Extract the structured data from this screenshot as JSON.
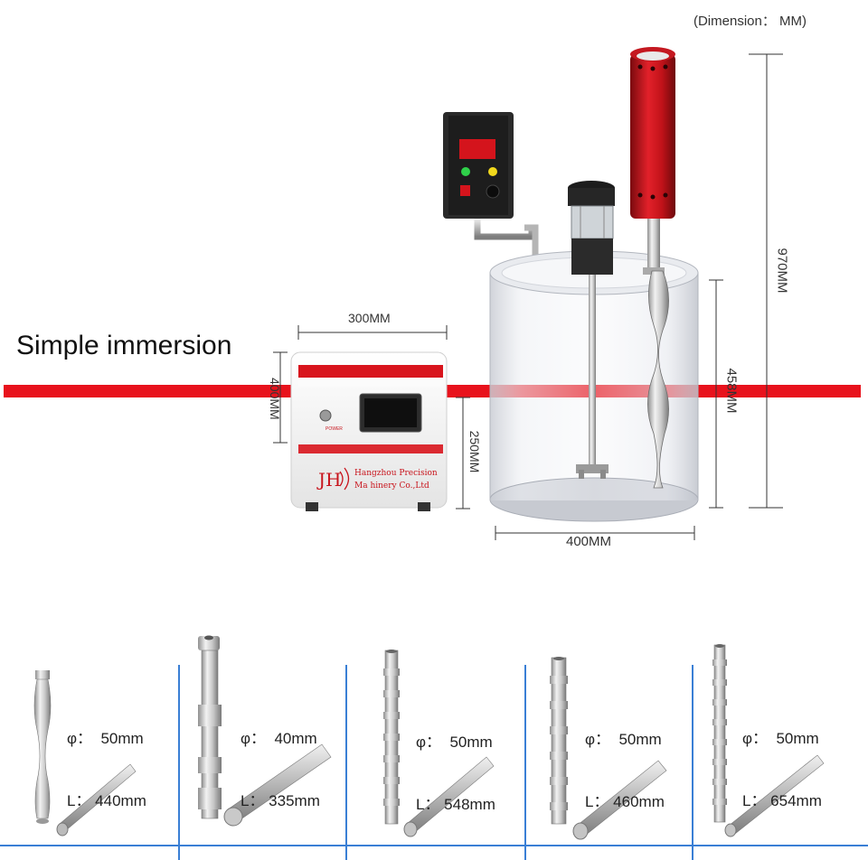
{
  "dimension_note": "(Dimension： MM)",
  "headline": "Simple immersion",
  "dimensions": {
    "generator_width": "300MM",
    "generator_height": "400MM",
    "generator_depth": "250MM",
    "tank_diameter": "400MM",
    "tank_height": "458MM",
    "total_height": "970MM"
  },
  "generator": {
    "logo": "JH",
    "company_line1": "Hangzhou Precision",
    "company_line2": "Ma hinery Co.,Ltd",
    "power_label": "POWER"
  },
  "colors": {
    "immersion_line": "#e8121c",
    "transducer_red": "#c8141c",
    "divider_blue": "#3a7fd5"
  },
  "horns": [
    {
      "diameter": "φ：  50mm",
      "length": "L： 440mm"
    },
    {
      "diameter": "φ：  40mm",
      "length": "L： 335mm"
    },
    {
      "diameter": "φ：  50mm",
      "length": "L： 548mm"
    },
    {
      "diameter": "φ：  50mm",
      "length": "L： 460mm"
    },
    {
      "diameter": "φ：  50mm",
      "length": "L： 654mm"
    }
  ]
}
